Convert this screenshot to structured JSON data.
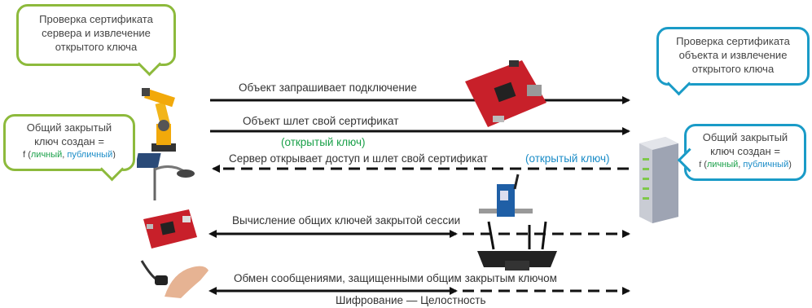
{
  "bubbles": {
    "server_cert": "Проверка сертификата сервера и извлечение открытого ключа",
    "object_cert": "Проверка сертификата объекта и извлечение открытого ключа",
    "left_shared_line1": "Общий закрытый ключ создан =",
    "right_shared_line1": "Общий закрытый ключ создан =",
    "formula_prefix": "f (",
    "formula_private": "личный",
    "formula_sep": ", ",
    "formula_public": "публичный",
    "formula_suffix": ")"
  },
  "messages": {
    "request": "Объект запрашивает подключение",
    "sends_cert": "Объект шлет свой сертификат",
    "public_key_green": "(открытый ключ)",
    "server_opens": "Сервер открывает доступ и шлет свой сертификат",
    "public_key_blue": "(открытый ключ)",
    "compute_keys": "Вычисление общих ключей закрытой сессии",
    "exchange": "Обмен сообщениями, защищенными общим закрытым ключом",
    "footer": "Шифрование — Целостность"
  },
  "colors": {
    "green": "#8dba3c",
    "blue": "#1a9bc7",
    "board_red": "#c8202a",
    "arrow": "#111111"
  }
}
